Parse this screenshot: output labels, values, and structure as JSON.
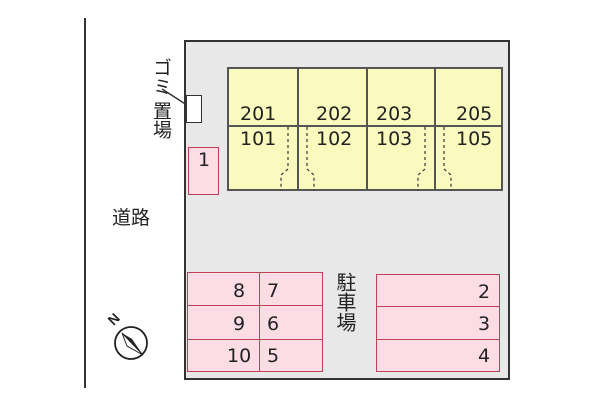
{
  "map": {
    "road_label": "道路",
    "garbage_label_top": "ゴミ",
    "garbage_label_bottom": "置場",
    "parking_label": "駐車場",
    "compass_label": "N",
    "building": {
      "upper_units": [
        "201",
        "202",
        "203",
        "205"
      ],
      "lower_units": [
        "101",
        "102",
        "103",
        "105"
      ]
    },
    "parking_spaces": {
      "single": "1",
      "left_col_a": [
        "8",
        "9",
        "10"
      ],
      "left_col_b": [
        "7",
        "6",
        "5"
      ],
      "right_col": [
        "2",
        "3",
        "4"
      ]
    },
    "colors": {
      "building_fill": "#fafabe",
      "parking_fill": "#fcdde6",
      "parking_border": "#c0405a",
      "site_fill": "#e8e8e8"
    }
  }
}
